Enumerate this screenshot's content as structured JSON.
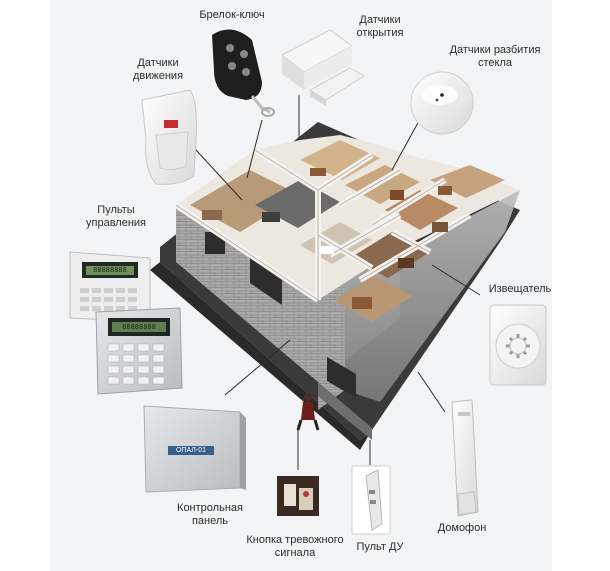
{
  "labels": {
    "keyfob": "Брелок-ключ",
    "motion_1": "Датчики",
    "motion_2": "движения",
    "opening_1": "Датчики",
    "opening_2": "открытия",
    "glass_1": "Датчики разбития",
    "glass_2": "стекла",
    "consoles_1": "Пульты",
    "consoles_2": "управления",
    "siren": "Извещатель",
    "control_1": "Контрольная",
    "control_2": "панель",
    "panic_1": "Кнопка тревожного",
    "panic_2": "сигнала",
    "remote": "Пульт ДУ",
    "intercom": "Домофон"
  },
  "devices": {
    "control_panel_brand": "ОПАЛ-01",
    "console_screen_1": "88888888",
    "console_screen_2": "88888888"
  }
}
